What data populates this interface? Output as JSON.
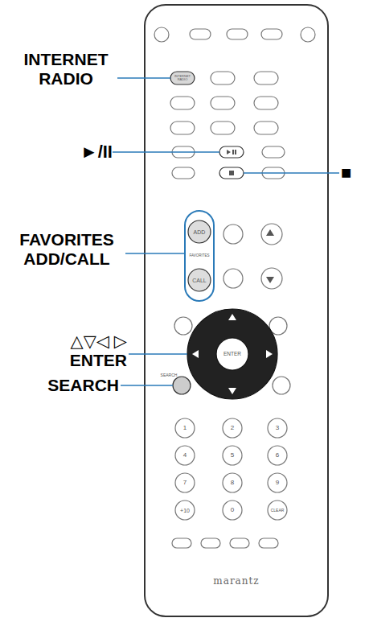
{
  "diagram": {
    "labels": [
      "INTERNET RADIO",
      "►/II",
      "■",
      "FAVORITES ADD/CALL",
      "△▽◁ ▷ ENTER",
      "SEARCH",
      "INTERNET RADIO",
      "ADD",
      "FAVORITES",
      "CALL",
      "ENTER",
      "SEARCH",
      "1",
      "2",
      "3",
      "4",
      "5",
      "6",
      "7",
      "8",
      "9",
      "+10",
      "0",
      "CLEAR",
      "marantz"
    ]
  }
}
